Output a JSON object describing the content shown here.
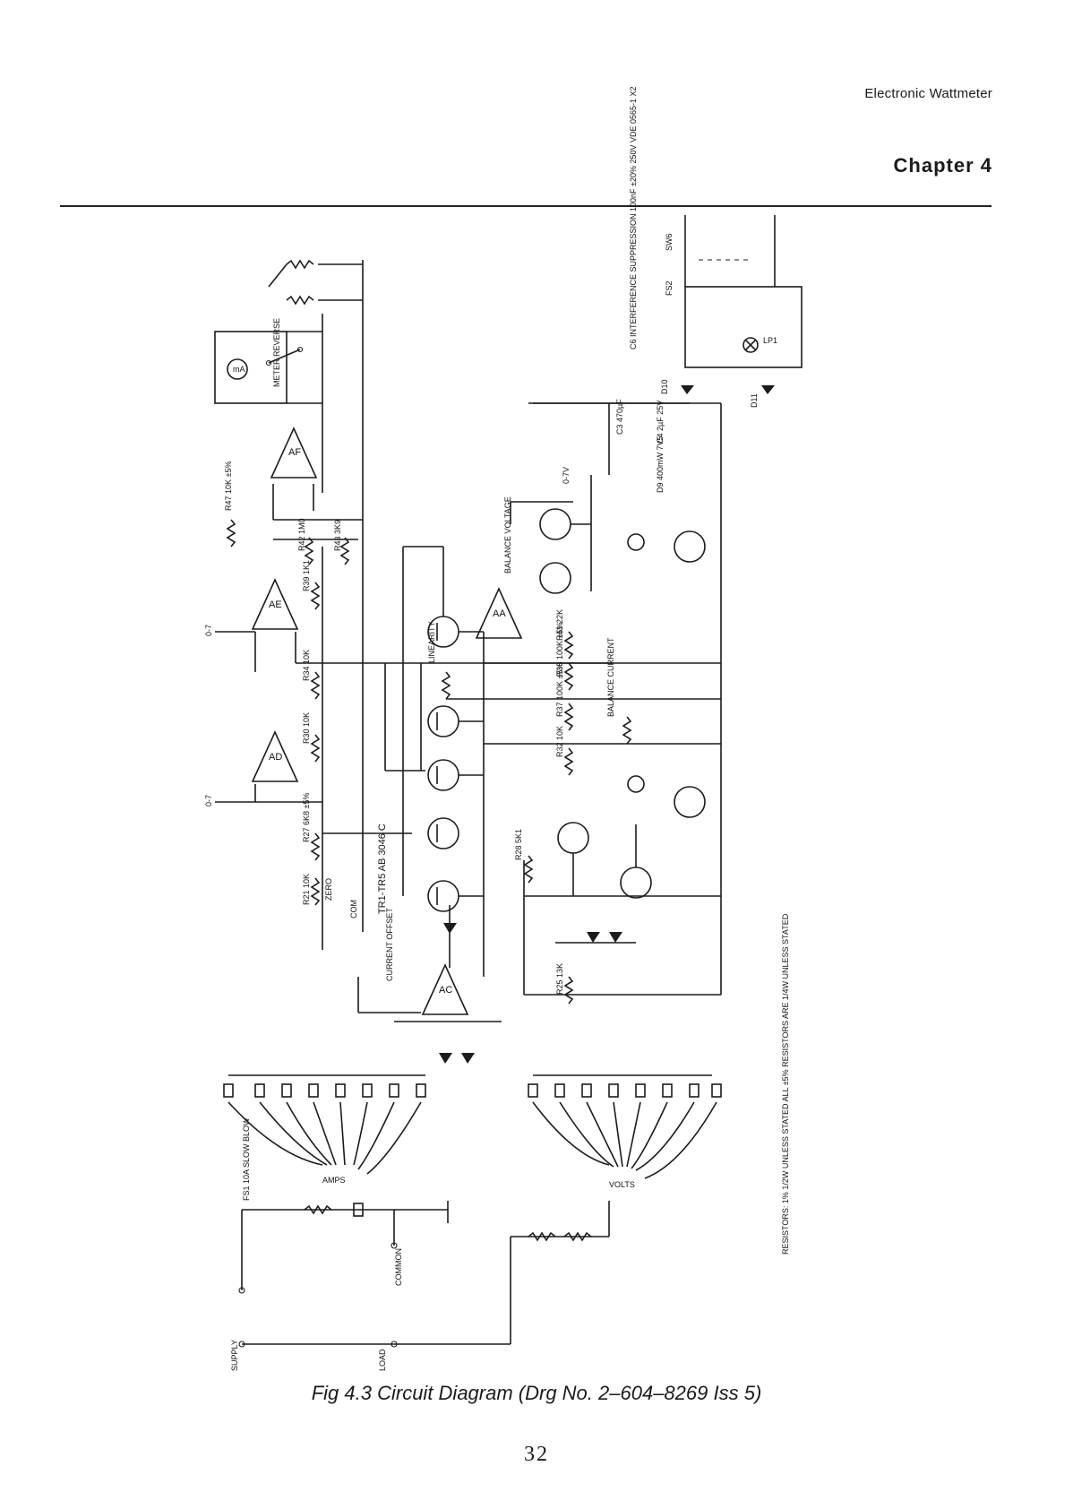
{
  "header": {
    "running_title": "Electronic Wattmeter",
    "chapter": "Chapter 4"
  },
  "figure": {
    "caption": "Fig 4.3 Circuit Diagram  (Drg No. 2–604–8269 Iss 5)"
  },
  "page_number": "32",
  "schematic_labels": {
    "interference": "C6 INTERFERENCE SUPPRESSION 100nF ±20% 250V VDE 0565-1 X2",
    "resistors_note": "RESISTORS: 1% 1/2W UNLESS STATED  ALL ±5% RESISTORS ARE 1/4W UNLESS STATED",
    "meter_reverse": "METER REVERSE",
    "tr_block": "TR1-TR5 AB 3046 C",
    "supply": "SUPPLY",
    "load": "LOAD",
    "common": "COMMON",
    "amps": "AMPS",
    "volts": "VOLTS",
    "linearity": "LINEARITY",
    "balance_voltage": "BALANCE VOLTAGE",
    "balance_current": "BALANCE CURRENT",
    "current_offset": "CURRENT OFFSET",
    "zero": "ZERO",
    "com": "COM",
    "op_af": "AF",
    "op_ae": "AE",
    "op_ad": "AD",
    "op_aa": "AA",
    "op_ac": "AC",
    "r21": "R21 10K",
    "r27": "R27 6K8 ±5%",
    "r34": "R34 10K",
    "r30": "R30 10K",
    "r39": "R39 1K1",
    "r42": "R42 1M0",
    "r43": "R43 3K9",
    "r47": "R47 10K ±5%",
    "r35": "R35 100K ±5%",
    "r37": "R37 100K ±5%",
    "r32": "R32 10K",
    "r28": "R28 5K1",
    "r25": "R25 13K",
    "r41": "R41 22K",
    "sw6": "SW6",
    "fs2": "FS2",
    "lp1": "LP1",
    "d10": "D10",
    "d11": "D11",
    "zener_d9": "D9 400mW 7V5",
    "c3": "C3 470µF",
    "c4": "C4 2µF 25V",
    "fs1": "FS1 10A SLOW BLOW",
    "v07_a": "0-7",
    "v07_b": "0-7",
    "v07_c": "0-7V"
  }
}
